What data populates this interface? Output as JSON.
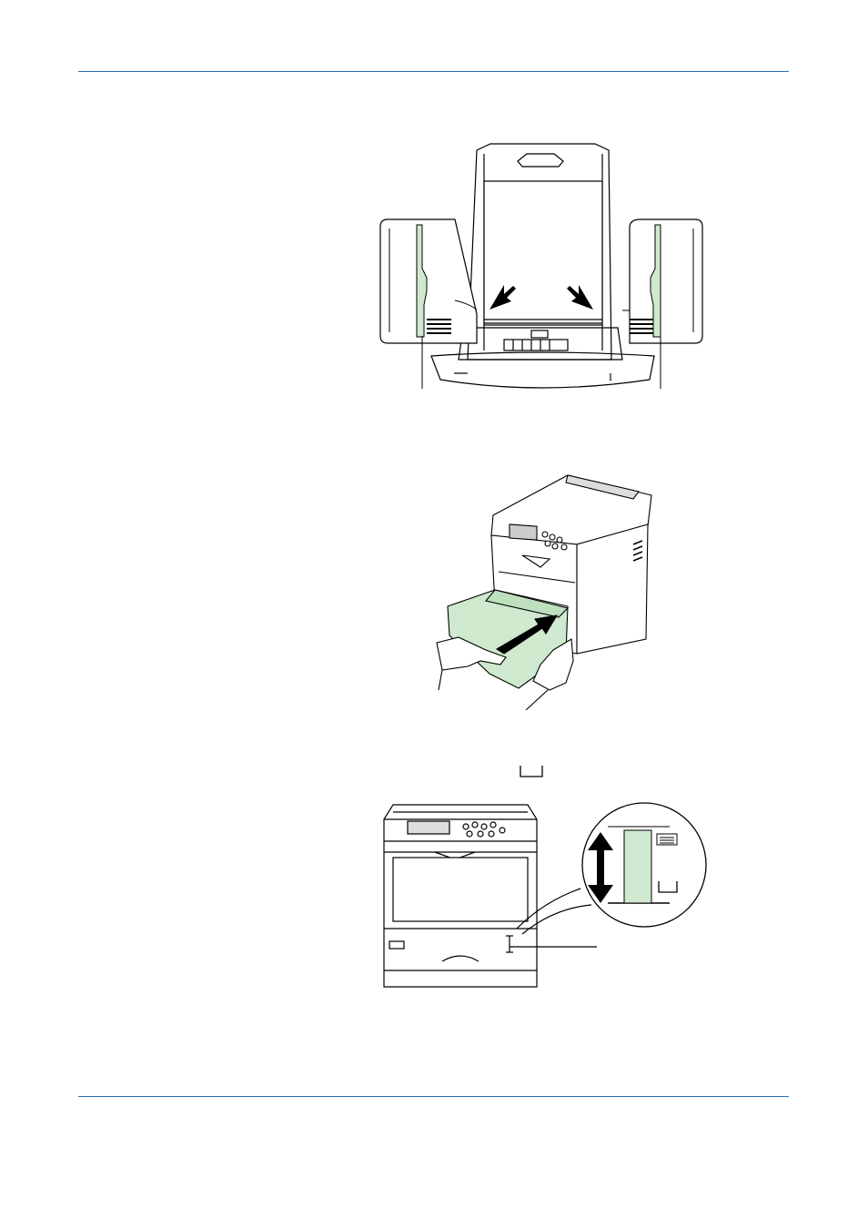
{
  "page": {
    "header_rule_color": "#2e6ab1",
    "footer_rule_color": "#2e6ab1"
  },
  "figures": [
    {
      "name": "paper-cassette-width-guides",
      "icons": [
        "paper-cassette-icon",
        "left-guide-callout-icon",
        "right-guide-callout-icon",
        "arrow-left-icon",
        "arrow-right-icon"
      ]
    },
    {
      "name": "insert-cassette-into-printer",
      "icons": [
        "printer-icon",
        "hands-icon",
        "push-arrow-icon"
      ]
    },
    {
      "name": "paper-gauge-indicator",
      "icons": [
        "printer-front-icon",
        "gauge-magnifier-icon",
        "double-arrow-icon",
        "full-paper-icon",
        "empty-paper-icon"
      ]
    }
  ],
  "colors": {
    "paper_green": "#cfe9cf",
    "line": "#000000"
  }
}
